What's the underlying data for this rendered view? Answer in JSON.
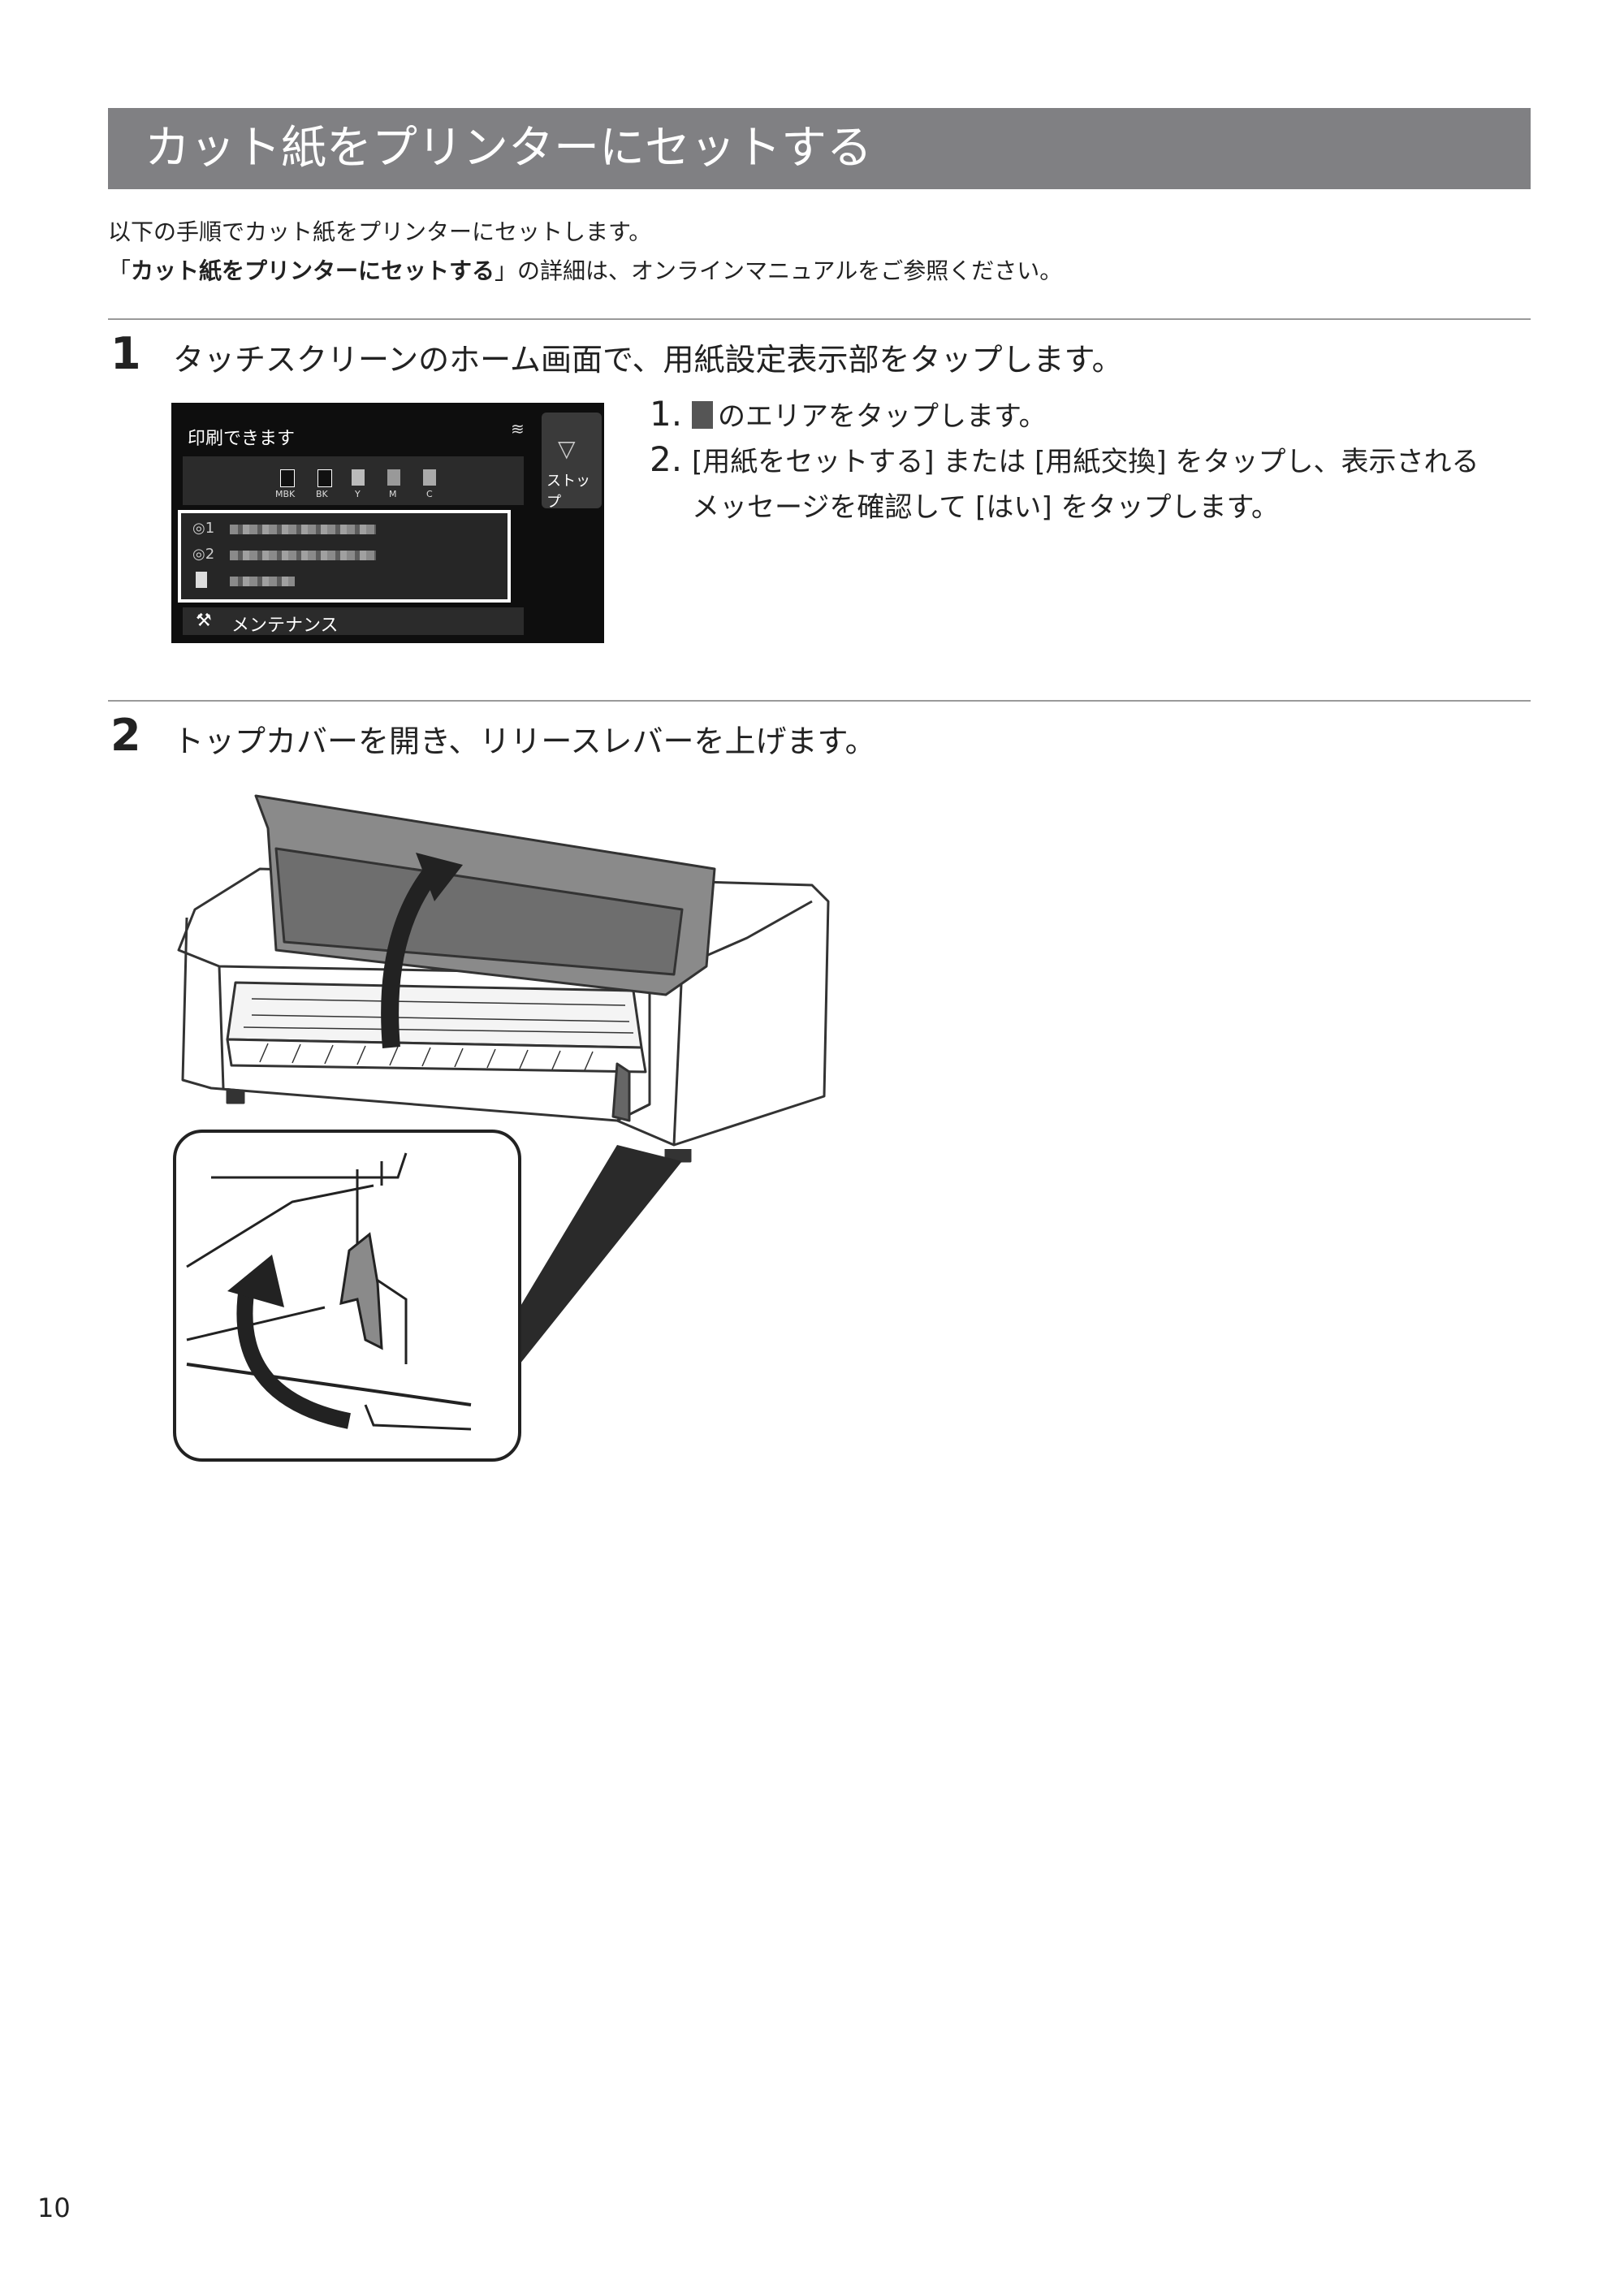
{
  "title": "カット紙をプリンターにセットする",
  "intro": {
    "line1": "以下の手順でカット紙をプリンターにセットします。",
    "line2_open": "「",
    "line2_bold": "カット紙をプリンターにセットする",
    "line2_rest": "」の詳細は、オンラインマニュアルをご参照ください。"
  },
  "step1": {
    "number": "1",
    "text": "タッチスクリーンのホーム画面で、用紙設定表示部をタップします。",
    "sub1_num": "1.",
    "sub1_text": "のエリアをタップします。",
    "sub2_num": "2.",
    "sub2_line1": "[用紙をセットする] または [用紙交換] をタップし、表示される",
    "sub2_line2": "メッセージを確認して [はい] をタップします。"
  },
  "screen": {
    "status": "印刷できます",
    "ink_labels": [
      "MBK",
      "BK",
      "Y",
      "M",
      "C"
    ],
    "stop_label": "ストップ",
    "maintenance": "メンテナンス"
  },
  "step2": {
    "number": "2",
    "text": "トップカバーを開き、リリースレバーを上げます。"
  },
  "page_number": "10"
}
